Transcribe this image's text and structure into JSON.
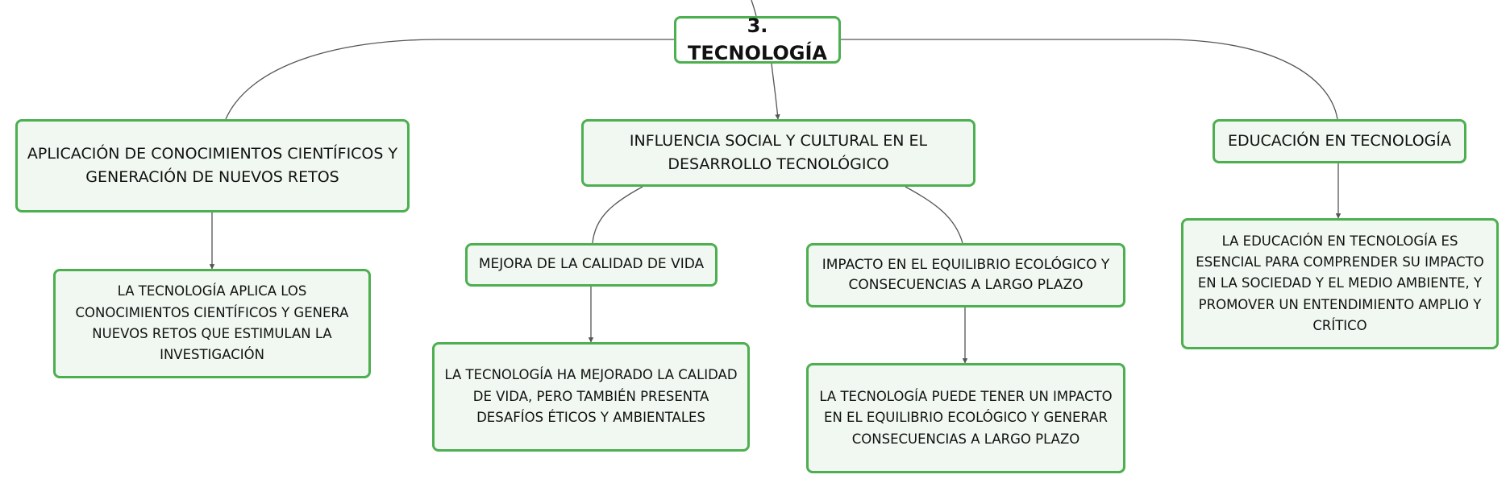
{
  "diagram": {
    "root": {
      "label": "3. TECNOLOGÍA"
    },
    "branch_aplicacion": {
      "label": "APLICACIÓN DE CONOCIMIENTOS CIENTÍFICOS Y GENERACIÓN DE NUEVOS RETOS",
      "detail": "LA TECNOLOGÍA APLICA LOS CONOCIMIENTOS CIENTÍFICOS Y GENERA NUEVOS RETOS QUE ESTIMULAN LA INVESTIGACIÓN"
    },
    "branch_influencia": {
      "label": "INFLUENCIA SOCIAL Y CULTURAL EN EL DESARROLLO TECNOLÓGICO",
      "sub_mejora": {
        "label": "MEJORA DE LA CALIDAD DE VIDA",
        "detail": "LA TECNOLOGÍA HA MEJORADO LA CALIDAD DE VIDA, PERO TAMBIÉN PRESENTA DESAFÍOS ÉTICOS Y AMBIENTALES"
      },
      "sub_impacto": {
        "label": "IMPACTO EN EL EQUILIBRIO ECOLÓGICO Y CONSECUENCIAS A LARGO PLAZO",
        "detail": "LA TECNOLOGÍA PUEDE TENER UN IMPACTO EN EL EQUILIBRIO ECOLÓGICO Y GENERAR CONSECUENCIAS A LARGO PLAZO"
      }
    },
    "branch_educacion": {
      "label": "EDUCACIÓN EN TECNOLOGÍA",
      "detail": "LA EDUCACIÓN EN TECNOLOGÍA ES ESENCIAL PARA COMPRENDER SU IMPACTO EN LA SOCIEDAD Y EL MEDIO AMBIENTE, Y PROMOVER UN ENTENDIMIENTO AMPLIO Y CRÍTICO"
    }
  },
  "colors": {
    "node_border": "#4caf50",
    "node_fill": "#f1f8f1",
    "connector": "#555555"
  }
}
